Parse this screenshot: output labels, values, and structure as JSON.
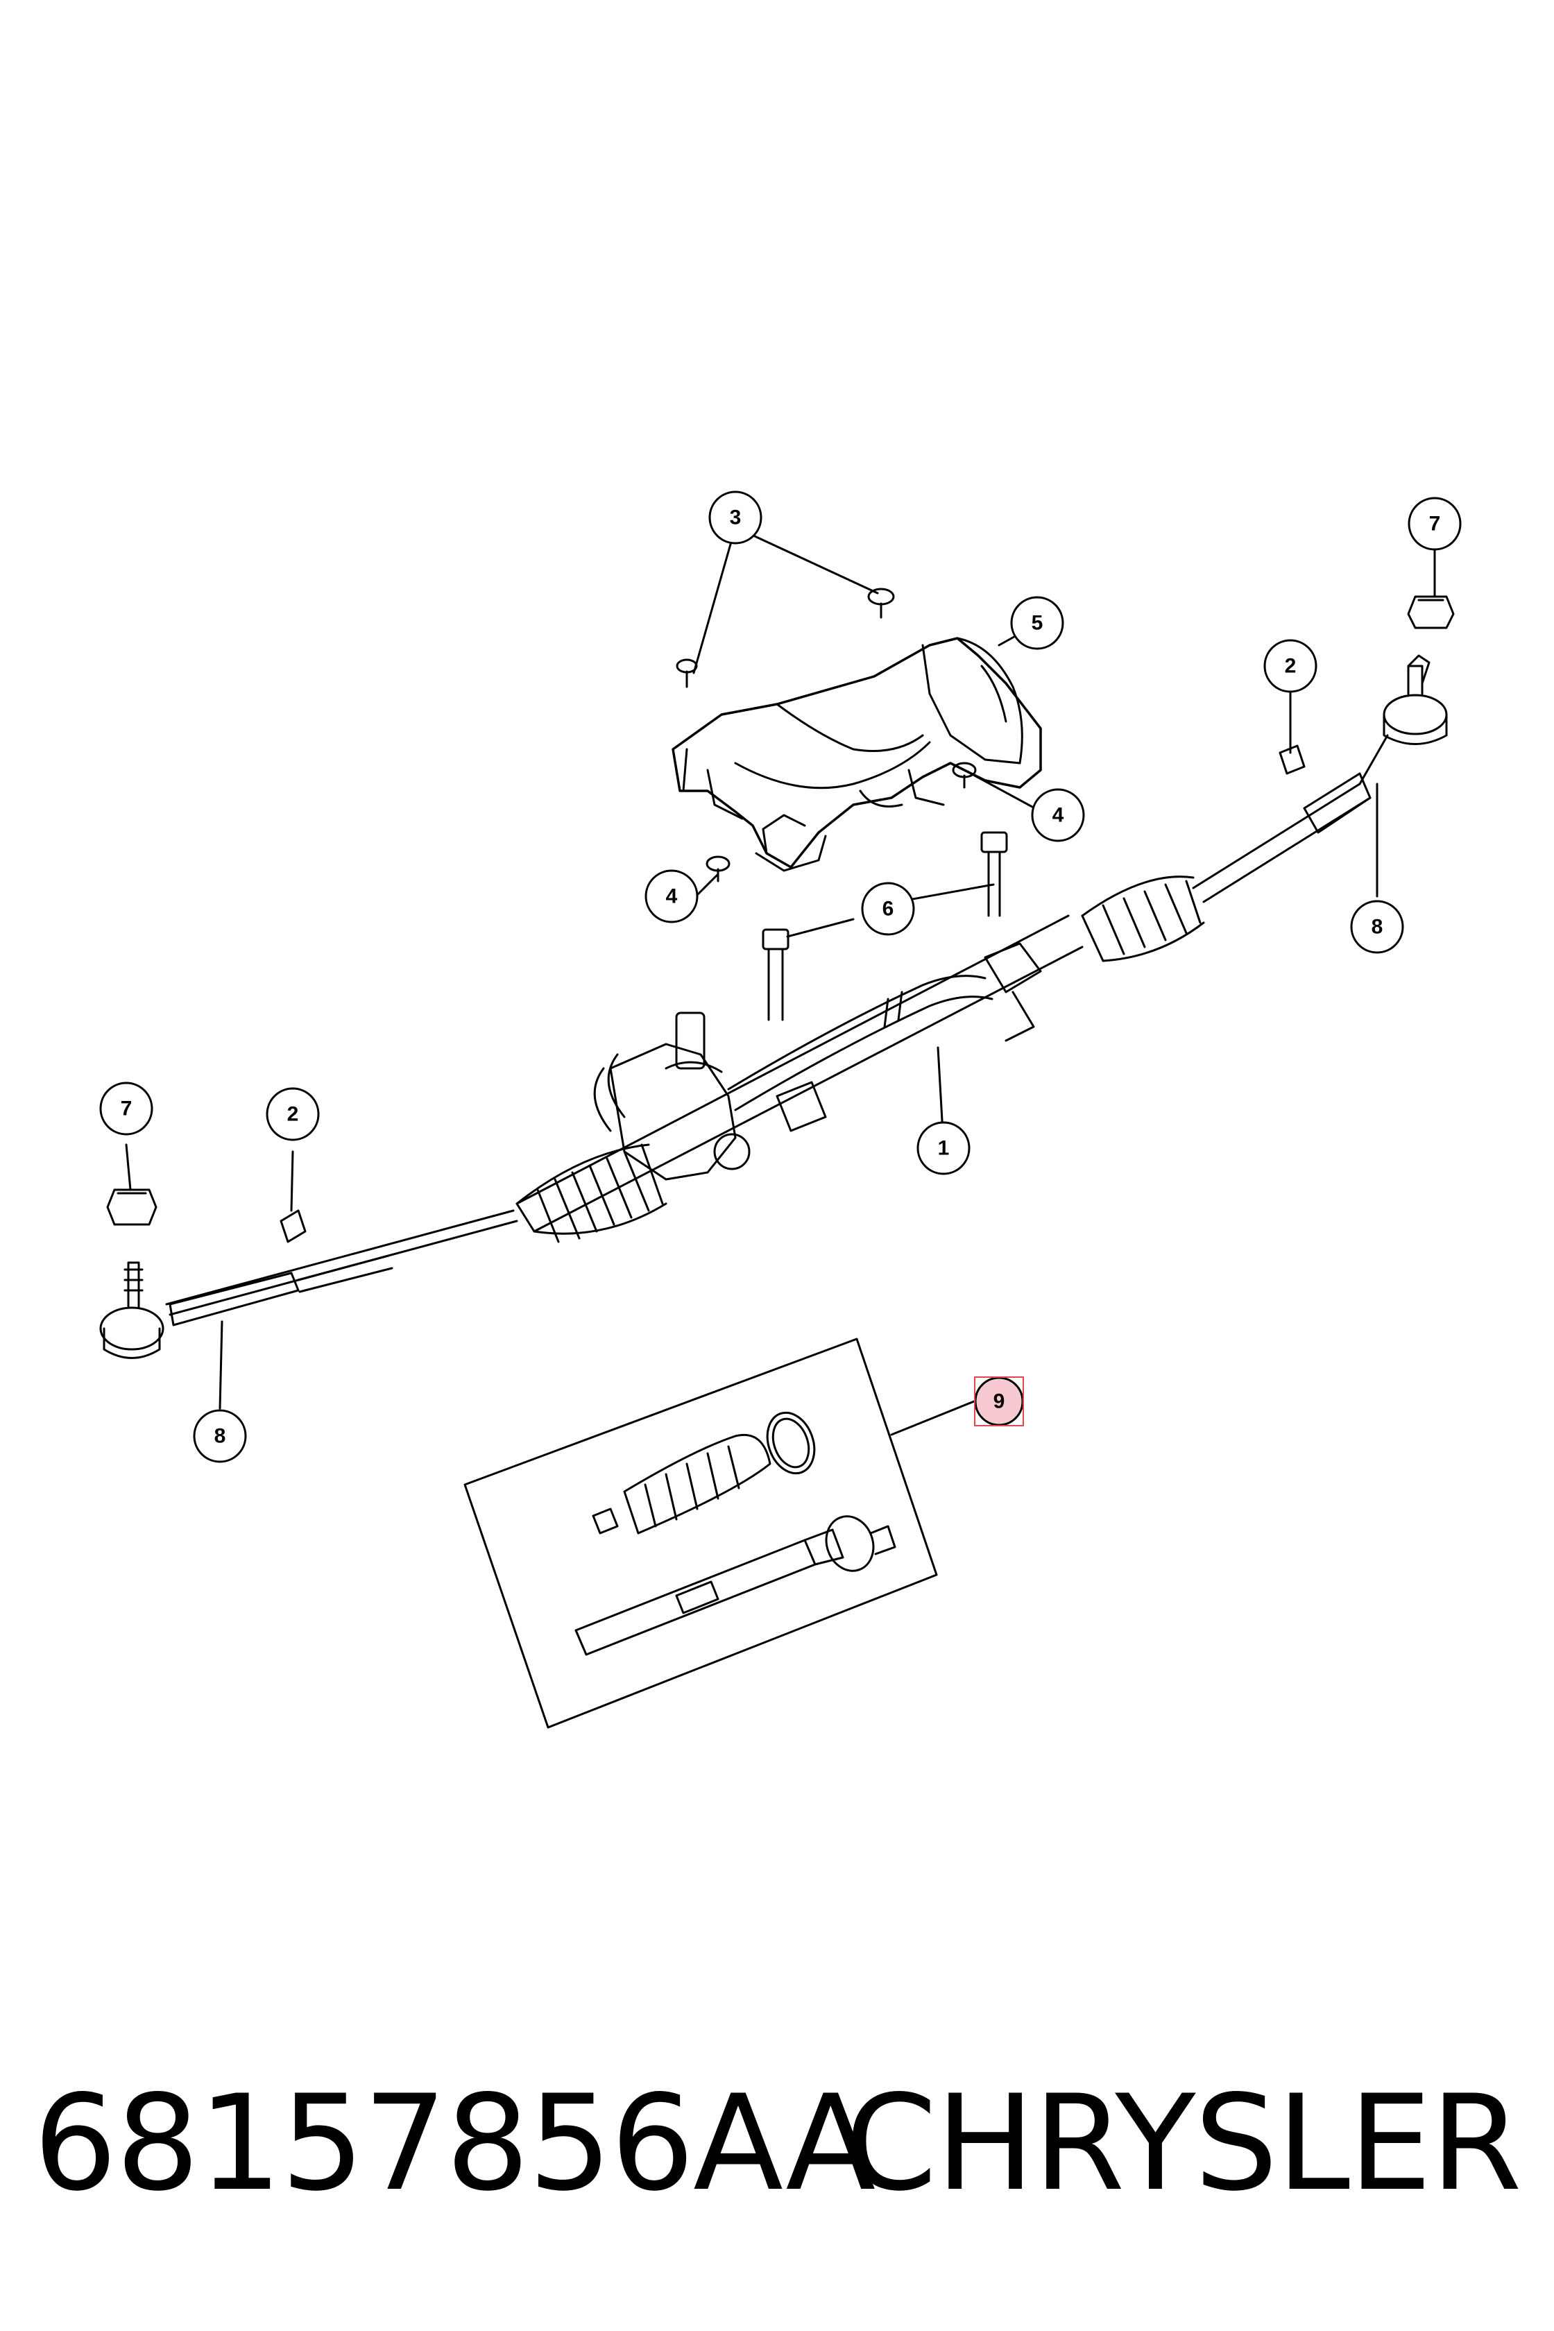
{
  "callouts": [
    {
      "key": "c1",
      "label": "1"
    },
    {
      "key": "c2a",
      "label": "2"
    },
    {
      "key": "c2b",
      "label": "2"
    },
    {
      "key": "c3",
      "label": "3"
    },
    {
      "key": "c4a",
      "label": "4"
    },
    {
      "key": "c4b",
      "label": "4"
    },
    {
      "key": "c5",
      "label": "5"
    },
    {
      "key": "c6",
      "label": "6"
    },
    {
      "key": "c7a",
      "label": "7"
    },
    {
      "key": "c7b",
      "label": "7"
    },
    {
      "key": "c8a",
      "label": "8"
    },
    {
      "key": "c8b",
      "label": "8"
    },
    {
      "key": "c9",
      "label": "9",
      "highlighted": true
    }
  ],
  "colors": {
    "line": "#000000",
    "highlight_fill": "#f7c9d0",
    "highlight_box": "#e0474c"
  },
  "footer": {
    "part_number": "68157856AA",
    "brand": "CHRYSLER"
  }
}
